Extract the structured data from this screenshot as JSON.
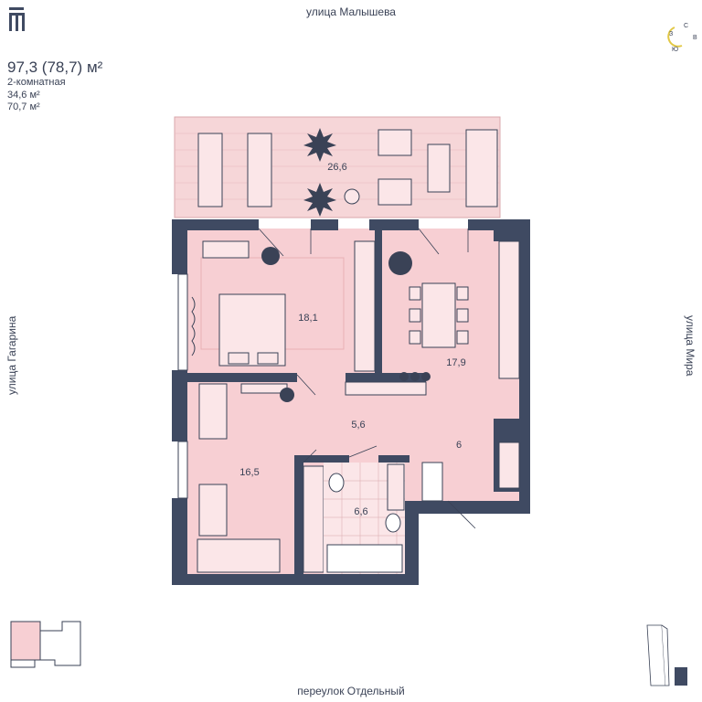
{
  "streets": {
    "top": "улица Малышева",
    "bottom": "переулок Отдельный",
    "left": "улица Гагарина",
    "right": "улица Мира"
  },
  "apartment": {
    "total_area": "97,3 (78,7) м²",
    "type": "2-комнатная",
    "living_area": "34,6 м²",
    "other_area": "70,7 м²"
  },
  "compass": {
    "north": "С",
    "west": "З",
    "east": "В",
    "south": "Ю"
  },
  "rooms": {
    "terrace": "26,6",
    "bedroom": "18,1",
    "kitchen_living": "17,9",
    "hall": "5,6",
    "corridor": "6",
    "bedroom2": "16,5",
    "bathroom": "6,6"
  },
  "colors": {
    "wall": "#3f4a62",
    "floor": "#f7cfd3",
    "terrace": "#f6d6d8",
    "line": "#3a4256"
  }
}
